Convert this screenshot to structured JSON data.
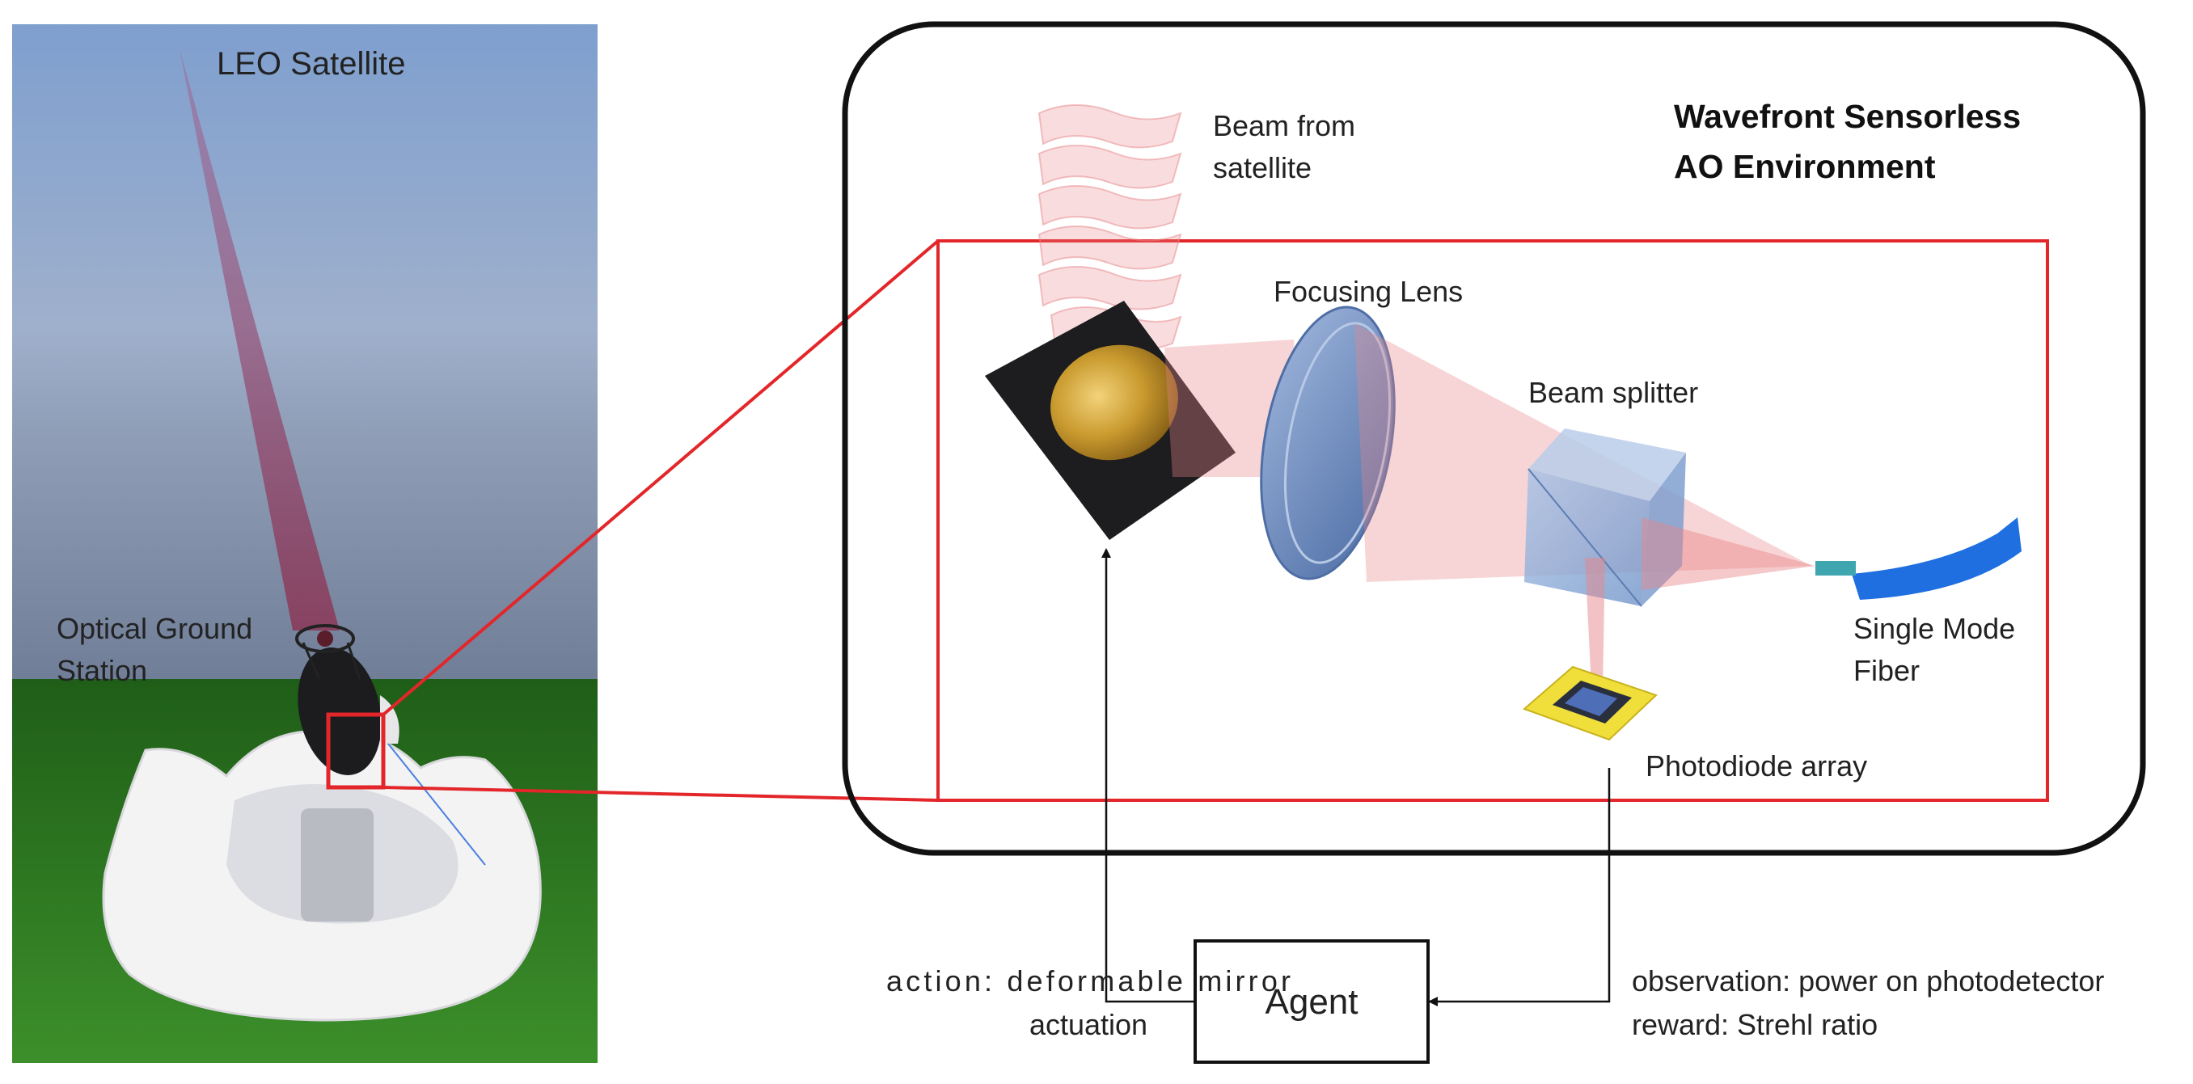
{
  "scene": {
    "satellite_label": "LEO Satellite",
    "ground_station_label_line1": "Optical Ground",
    "ground_station_label_line2": "Station"
  },
  "environment": {
    "title_line1": "Wavefront Sensorless",
    "title_line2": "AO Environment",
    "beam_label_line1": "Beam from",
    "beam_label_line2": "satellite",
    "lens_label": "Focusing Lens",
    "splitter_label": "Beam splitter",
    "fiber_label_line1": "Single Mode",
    "fiber_label_line2": "Fiber",
    "photodiode_label": "Photodiode array"
  },
  "agent": {
    "label": "Agent",
    "action_line1": "action: deformable mirror",
    "action_line2": "actuation",
    "observation_line1": "observation: power on photodetector",
    "observation_line2": "reward: Strehl ratio"
  },
  "colors": {
    "beam": "#e8868a",
    "zoom_box": "#e3262a",
    "fiber": "#1f6fe0",
    "lens": "#6e8fc4",
    "mirror_gold": "#c99a2e",
    "sky_top": "#7f9fcf",
    "grass": "#2f7d22"
  }
}
